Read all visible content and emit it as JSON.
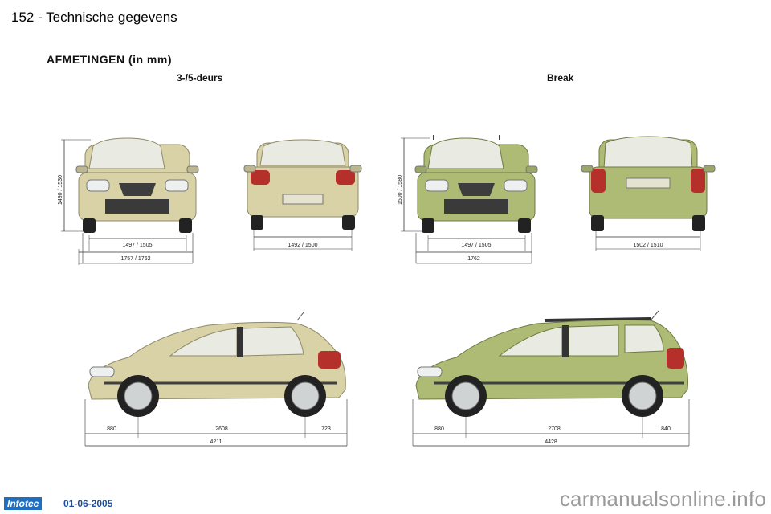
{
  "header": {
    "page_title": "152 - Technische gegevens"
  },
  "section": {
    "title": "AFMETINGEN (in mm)"
  },
  "variants": {
    "hatch": "3-/5-deurs",
    "estate": "Break"
  },
  "dimensions": {
    "hatch_front_height": "1490 / 1530",
    "hatch_front_track": "1497 / 1505",
    "hatch_front_width": "1757 / 1762",
    "hatch_rear_track": "1492 / 1500",
    "estate_front_height": "1500 / 1580",
    "estate_front_track": "1497 / 1505",
    "estate_front_width": "1762",
    "estate_rear_track": "1502 / 1510",
    "hatch_front_overhang": "880",
    "hatch_wheelbase": "2608",
    "hatch_rear_overhang": "723",
    "hatch_length": "4211",
    "estate_front_overhang": "880",
    "estate_wheelbase": "2708",
    "estate_rear_overhang": "840",
    "estate_length": "4428"
  },
  "colors": {
    "hatch_body": "#d8d2a6",
    "estate_body": "#aebb74",
    "logo_bg": "#1e6fc2",
    "date_text": "#1e4fa0"
  },
  "footer": {
    "logo": "Infotec",
    "date": "01-06-2005",
    "watermark": "carmanualsonline.info"
  }
}
